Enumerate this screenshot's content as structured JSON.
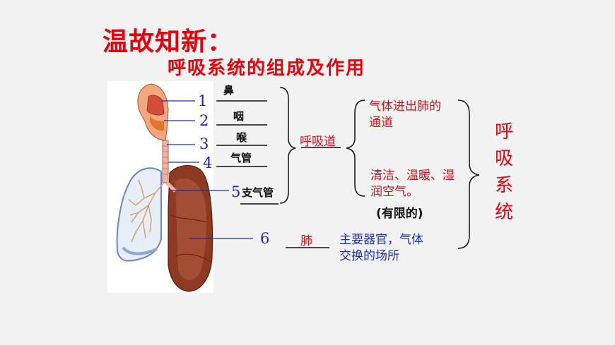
{
  "title": "温故知新：",
  "subtitle": "呼吸系统的组成及作用",
  "diagram": {
    "labels": [
      {
        "num": "1",
        "name": "鼻"
      },
      {
        "num": "2",
        "name": "咽"
      },
      {
        "num": "3",
        "name": "喉"
      },
      {
        "num": "4",
        "name": "气管"
      },
      {
        "num": "5",
        "name": "支气管"
      },
      {
        "num": "6",
        "name": "肺"
      }
    ],
    "airway": "呼吸道",
    "airway_function_1": "气体进出肺的通道",
    "airway_function_2": "清洁、温暖、湿润空气。",
    "airway_limit": "(有限的)",
    "lung_function": "主要器官，气体交换的场所",
    "system": [
      "呼",
      "吸",
      "系",
      "统"
    ]
  },
  "colors": {
    "title": "#e8000b",
    "numbers": "#2020c0",
    "airway_text": "#d0101c",
    "lung_text": "#1a2fb8"
  }
}
